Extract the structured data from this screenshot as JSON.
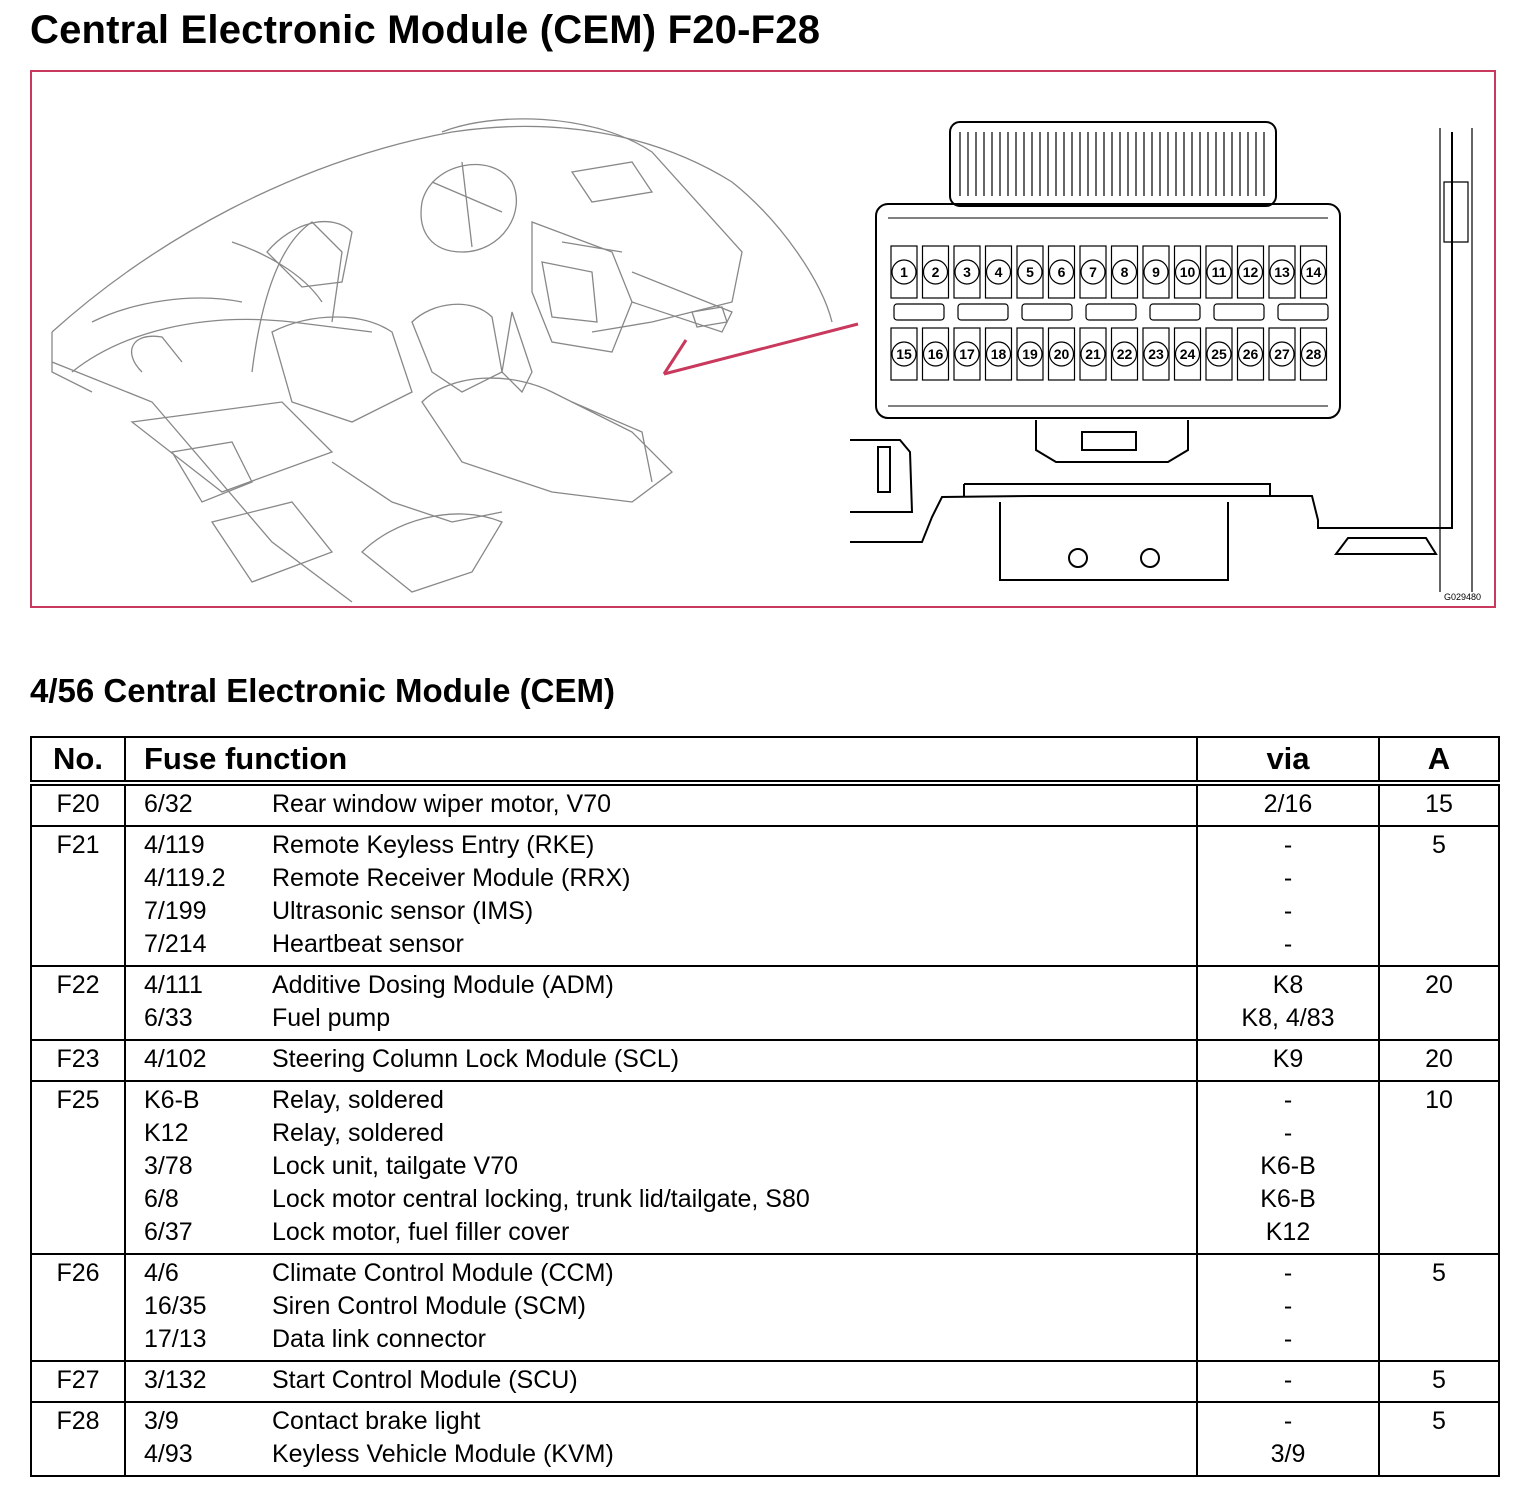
{
  "page": {
    "title": "Central Electronic Module (CEM) F20-F28",
    "section_title": "4/56 Central Electronic Module (CEM)"
  },
  "figure": {
    "image_code": "G029480",
    "accent_color": "#c8395d",
    "fuse_numbers_top": [
      "1",
      "2",
      "3",
      "4",
      "5",
      "6",
      "7",
      "8",
      "9",
      "10",
      "11",
      "12",
      "13",
      "14"
    ],
    "fuse_numbers_bottom": [
      "15",
      "16",
      "17",
      "18",
      "19",
      "20",
      "21",
      "22",
      "23",
      "24",
      "25",
      "26",
      "27",
      "28"
    ]
  },
  "table": {
    "headers": {
      "no": "No.",
      "function": "Fuse function",
      "via": "via",
      "amp": "A"
    },
    "rows": [
      {
        "no": "F20",
        "amp": "15",
        "items": [
          {
            "code": "6/32",
            "desc": "Rear window wiper motor, V70",
            "via": "2/16"
          }
        ]
      },
      {
        "no": "F21",
        "amp": "5",
        "items": [
          {
            "code": "4/119",
            "desc": "Remote Keyless Entry (RKE)",
            "via": "-"
          },
          {
            "code": "4/119.2",
            "desc": "Remote Receiver Module (RRX)",
            "via": "-"
          },
          {
            "code": "7/199",
            "desc": "Ultrasonic sensor (IMS)",
            "via": "-"
          },
          {
            "code": "7/214",
            "desc": "Heartbeat sensor",
            "via": "-"
          }
        ]
      },
      {
        "no": "F22",
        "amp": "20",
        "items": [
          {
            "code": "4/111",
            "desc": "Additive Dosing Module (ADM)",
            "via": "K8"
          },
          {
            "code": "6/33",
            "desc": "Fuel pump",
            "via": "K8, 4/83"
          }
        ]
      },
      {
        "no": "F23",
        "amp": "20",
        "items": [
          {
            "code": "4/102",
            "desc": "Steering Column Lock Module (SCL)",
            "via": "K9"
          }
        ]
      },
      {
        "no": "F25",
        "amp": "10",
        "items": [
          {
            "code": "K6-B",
            "desc": "Relay, soldered",
            "via": "-"
          },
          {
            "code": "K12",
            "desc": "Relay, soldered",
            "via": "-"
          },
          {
            "code": "3/78",
            "desc": "Lock unit, tailgate V70",
            "via": "K6-B"
          },
          {
            "code": "6/8",
            "desc": "Lock motor central locking, trunk lid/tailgate, S80",
            "via": "K6-B"
          },
          {
            "code": "6/37",
            "desc": "Lock motor, fuel filler cover",
            "via": "K12"
          }
        ]
      },
      {
        "no": "F26",
        "amp": "5",
        "items": [
          {
            "code": "4/6",
            "desc": "Climate Control Module (CCM)",
            "via": "-"
          },
          {
            "code": "16/35",
            "desc": "Siren Control Module (SCM)",
            "via": "-"
          },
          {
            "code": "17/13",
            "desc": "Data link connector",
            "via": "-"
          }
        ]
      },
      {
        "no": "F27",
        "amp": "5",
        "items": [
          {
            "code": "3/132",
            "desc": "Start Control Module (SCU)",
            "via": "-"
          }
        ]
      },
      {
        "no": "F28",
        "amp": "5",
        "items": [
          {
            "code": "3/9",
            "desc": "Contact brake light",
            "via": "-"
          },
          {
            "code": "4/93",
            "desc": "Keyless Vehicle Module (KVM)",
            "via": "3/9"
          }
        ]
      }
    ]
  }
}
